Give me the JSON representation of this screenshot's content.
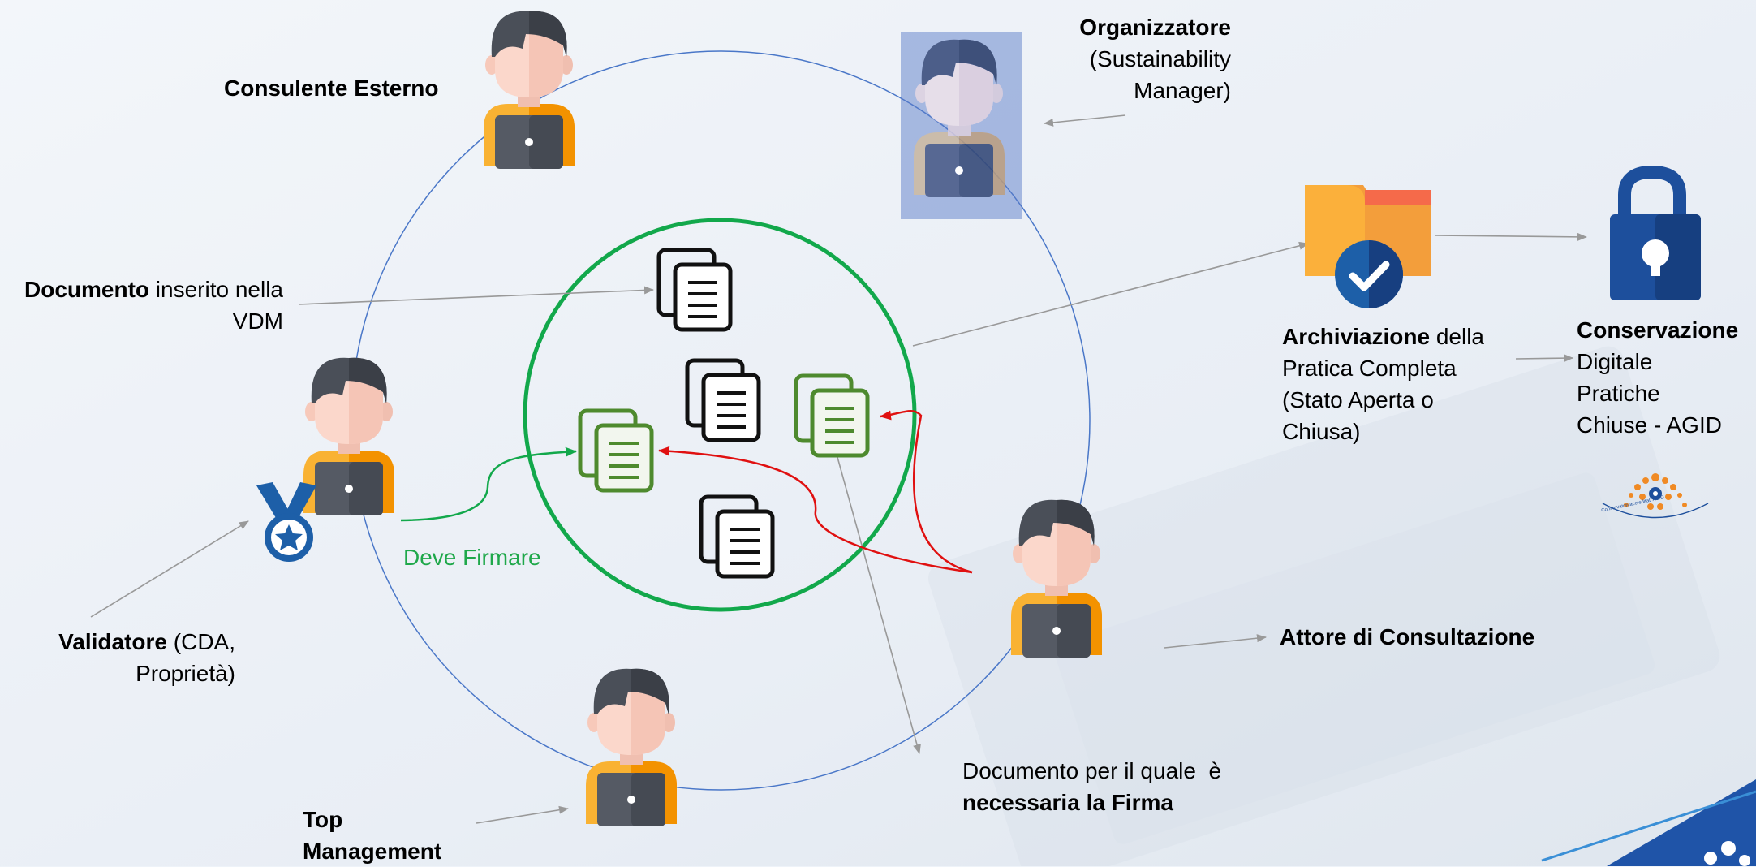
{
  "colors": {
    "orbit": "#4a77c8",
    "center_ring": "#12a84b",
    "connector": "#999999",
    "sign_arrow": "#e01010",
    "must_sign": "#1fa84a",
    "doc_green": "#4e8a2e",
    "doc_black": "#111111",
    "person_skin": "#f7d2c6",
    "person_hair": "#4a4f58",
    "person_shirt": "#f9b233",
    "person_laptop": "#4d525c",
    "organizer_tint": "#5b7bc8",
    "lock": "#1d4f9c",
    "folder": "#fbb03b"
  },
  "icons": {
    "person": "person-laptop-icon",
    "document_stack": "document-stack-icon",
    "medal": "medal-icon",
    "folder_check": "folder-check-icon",
    "lock": "padlock-icon",
    "logo": "agid-accredited-seal"
  },
  "labels": {
    "consulente_esterno": "Consulente Esterno",
    "organizzatore_title": "Organizzatore",
    "organizzatore_line2": "(Sustainability",
    "organizzatore_line3": "Manager)",
    "documento_bold": "Documento",
    "documento_rest": " inserito nella",
    "documento_line2": "VDM",
    "validatore_bold": "Validatore",
    "validatore_rest": " (CDA,",
    "validatore_line2": "Proprietà)",
    "deve_firmare": "Deve Firmare",
    "top_management_line1": "Top",
    "top_management_line2": "Management",
    "attore_consultazione": "Attore di Consultazione",
    "firma_line1": "Documento per il quale  è",
    "firma_line2": "necessaria la Firma",
    "archiviazione_bold": "Archiviazione",
    "archiviazione_rest": " della",
    "archiviazione_line2": "Pratica Completa",
    "archiviazione_line3": "(Stato Aperta o",
    "archiviazione_line4": "Chiusa)",
    "conservazione_title": "Conservazione",
    "conservazione_line2": "Digitale",
    "conservazione_line3": "Pratiche",
    "conservazione_line4": "Chiuse - AGID",
    "logo_text": "Conservatori accreditati AGID"
  }
}
